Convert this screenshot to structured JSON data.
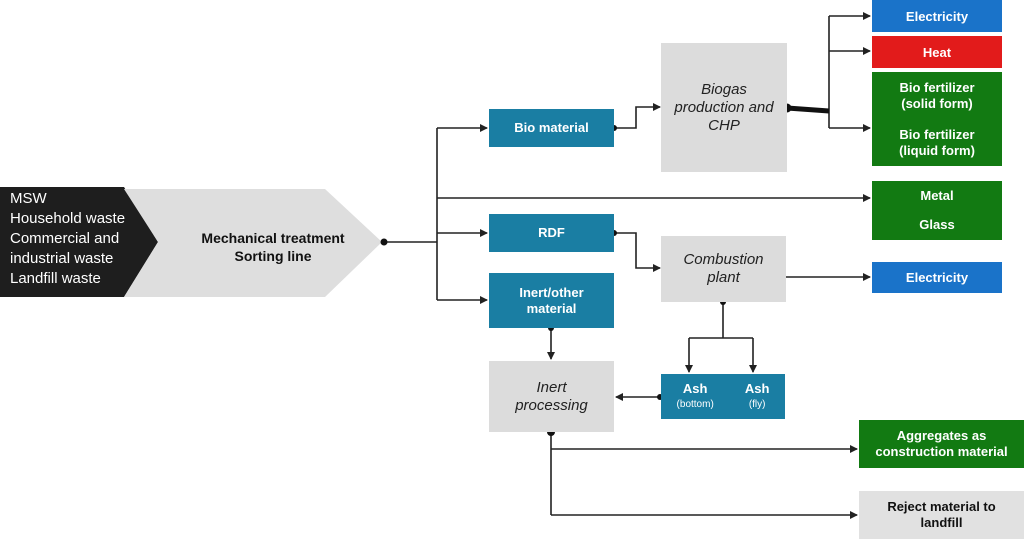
{
  "input": {
    "lines": [
      "MSW",
      "Household waste",
      "Commercial and",
      "industrial waste",
      "Landfill waste"
    ]
  },
  "mechanical": {
    "line1": "Mechanical treatment",
    "line2": "Sorting line"
  },
  "bio_material": "Bio material",
  "rdf": "RDF",
  "inert_other": {
    "line1": "Inert/other",
    "line2": "material"
  },
  "biogas": {
    "line1": "Biogas",
    "line2": "production and",
    "line3": "CHP"
  },
  "combustion": {
    "line1": "Combustion",
    "line2": "plant"
  },
  "inert_processing": {
    "line1": "Inert",
    "line2": "processing"
  },
  "ash": {
    "bottom_label": "Ash",
    "bottom_sub": "(bottom)",
    "fly_label": "Ash",
    "fly_sub": "(fly)"
  },
  "outputs": {
    "electricity_1": "Electricity",
    "heat": "Heat",
    "bio_fertilizer_solid": {
      "line1": "Bio fertilizer",
      "line2": "(solid form)"
    },
    "bio_fertilizer_liquid": {
      "line1": "Bio fertilizer",
      "line2": "(liquid form)"
    },
    "metal": "Metal",
    "glass": "Glass",
    "electricity_2": "Electricity",
    "aggregates": {
      "line1": "Aggregates as",
      "line2": "construction material"
    },
    "reject": {
      "line1": "Reject material to",
      "line2": "landfill"
    }
  },
  "colors": {
    "teal": "#1a7ea3",
    "grey": "#dcdcdc",
    "blue": "#1a73c9",
    "red": "#e21b1b",
    "green": "#127a12",
    "dark": "#1e1e1e"
  }
}
